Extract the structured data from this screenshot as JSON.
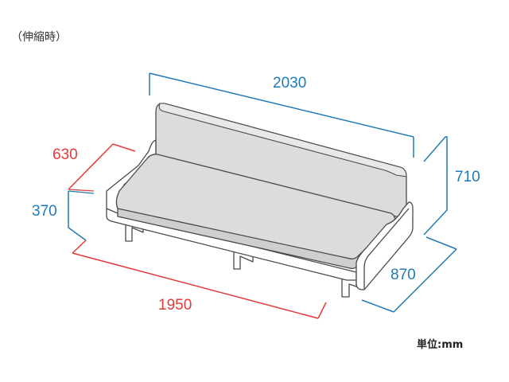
{
  "caption": "（伸縮時）",
  "unit_label": "単位:mm",
  "dimensions": {
    "width_top": "2030",
    "height_total": "710",
    "depth": "870",
    "seat_width": "1950",
    "seat_height": "370",
    "seat_depth": "630"
  },
  "colors": {
    "blue_dimension": "#1f7ab8",
    "red_dimension": "#e33a3a",
    "sofa_fill": "#dcdcdc",
    "sofa_outline": "#4a4a4a"
  }
}
